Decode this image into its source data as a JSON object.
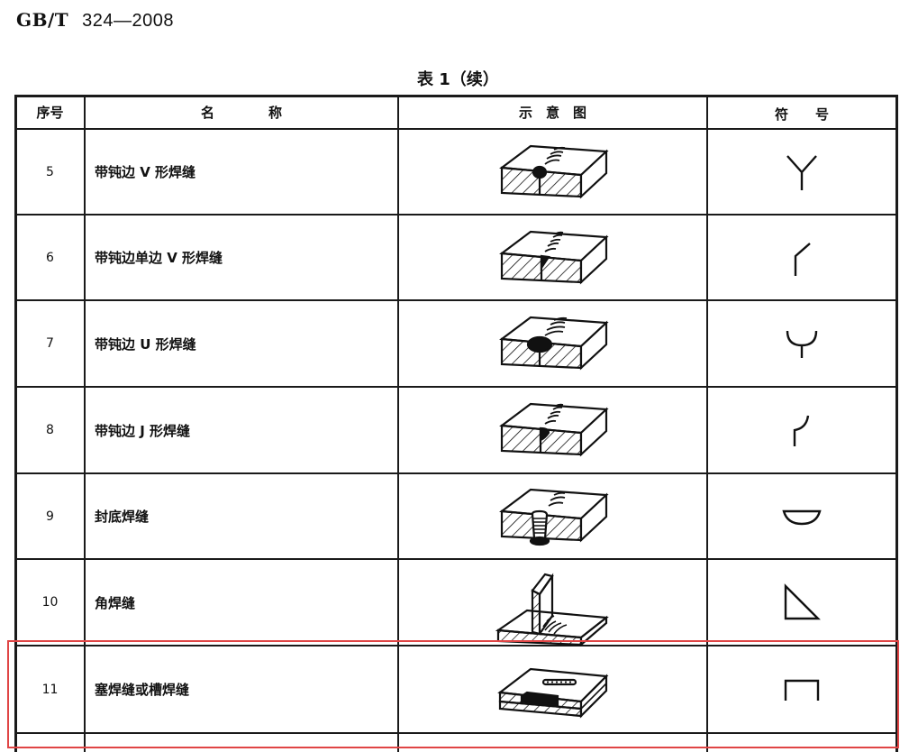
{
  "page": {
    "standard_code": "GB/T",
    "standard_number": "324—2008",
    "table_caption": "表 1（续）"
  },
  "table": {
    "headers": {
      "index": "序号",
      "name": "名　　　　称",
      "diagram": "示　意　图",
      "symbol": "符　　号"
    },
    "rows": [
      {
        "index": "5",
        "name": "带钝边 V 形焊缝",
        "diagram_icon": "v-groove-weld-with-root-face-diagram",
        "symbol_icon": "y-symbol"
      },
      {
        "index": "6",
        "name": "带钝边单边 V 形焊缝",
        "diagram_icon": "single-bevel-weld-with-root-face-diagram",
        "symbol_icon": "half-y-symbol"
      },
      {
        "index": "7",
        "name": "带钝边 U 形焊缝",
        "diagram_icon": "u-groove-weld-diagram",
        "symbol_icon": "u-symbol"
      },
      {
        "index": "8",
        "name": "带钝边 J 形焊缝",
        "diagram_icon": "j-groove-weld-diagram",
        "symbol_icon": "j-symbol"
      },
      {
        "index": "9",
        "name": "封底焊缝",
        "diagram_icon": "backing-weld-diagram",
        "symbol_icon": "half-circle-symbol"
      },
      {
        "index": "10",
        "name": "角焊缝",
        "diagram_icon": "fillet-weld-diagram",
        "symbol_icon": "triangle-symbol"
      },
      {
        "index": "11",
        "name": "塞焊缝或槽焊缝",
        "diagram_icon": "plug-or-slot-weld-diagram",
        "symbol_icon": "rectangle-open-symbol"
      }
    ]
  },
  "colors": {
    "grid": "#1a1a1a",
    "highlight": "#e04545"
  },
  "highlight": {
    "row_index": "11"
  }
}
